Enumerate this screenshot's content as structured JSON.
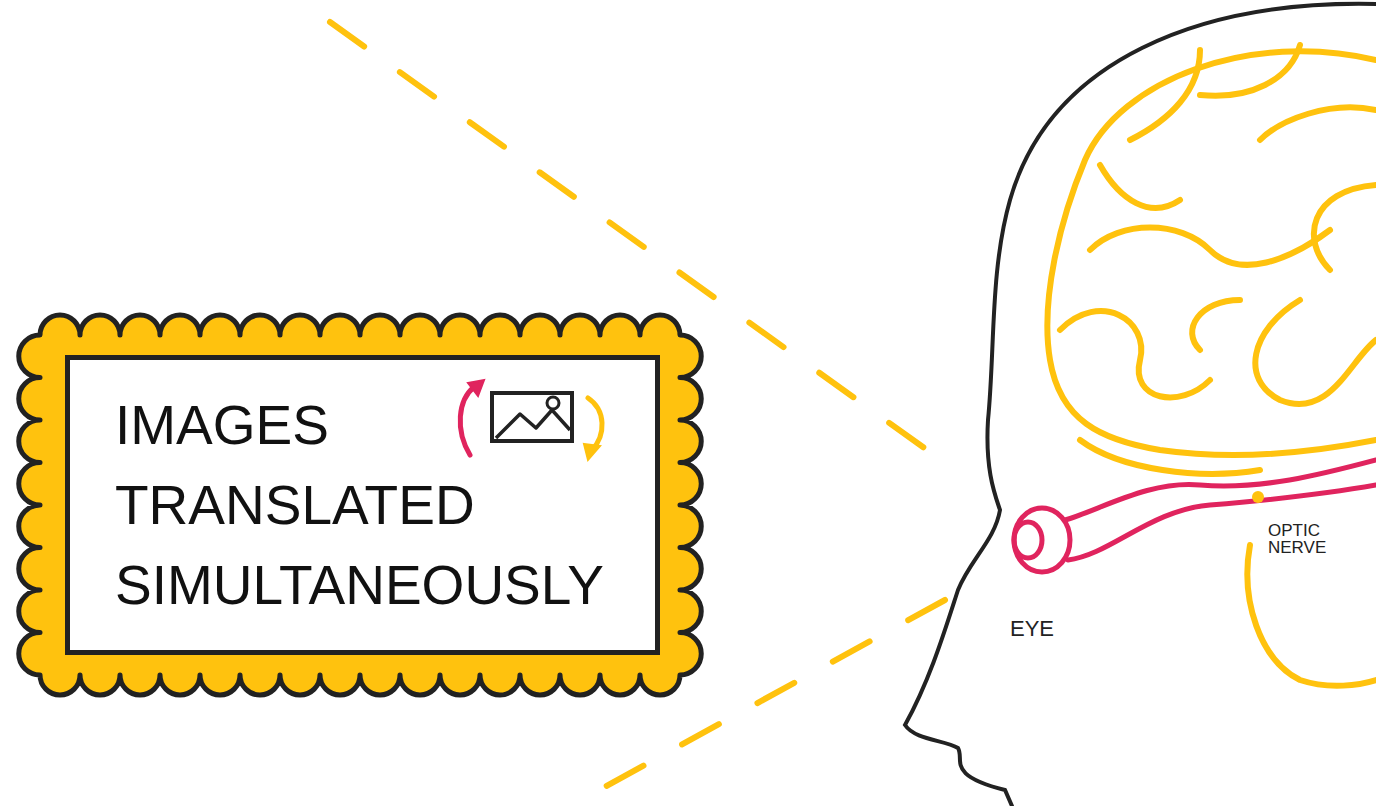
{
  "diagram": {
    "nodes": [
      {
        "text": [
          "IMAGES TRANSLATED SIMULTANEOUSLY"
        ]
      }
    ],
    "labels": [
      "EYE",
      "OPTIC NERVE"
    ]
  }
}
